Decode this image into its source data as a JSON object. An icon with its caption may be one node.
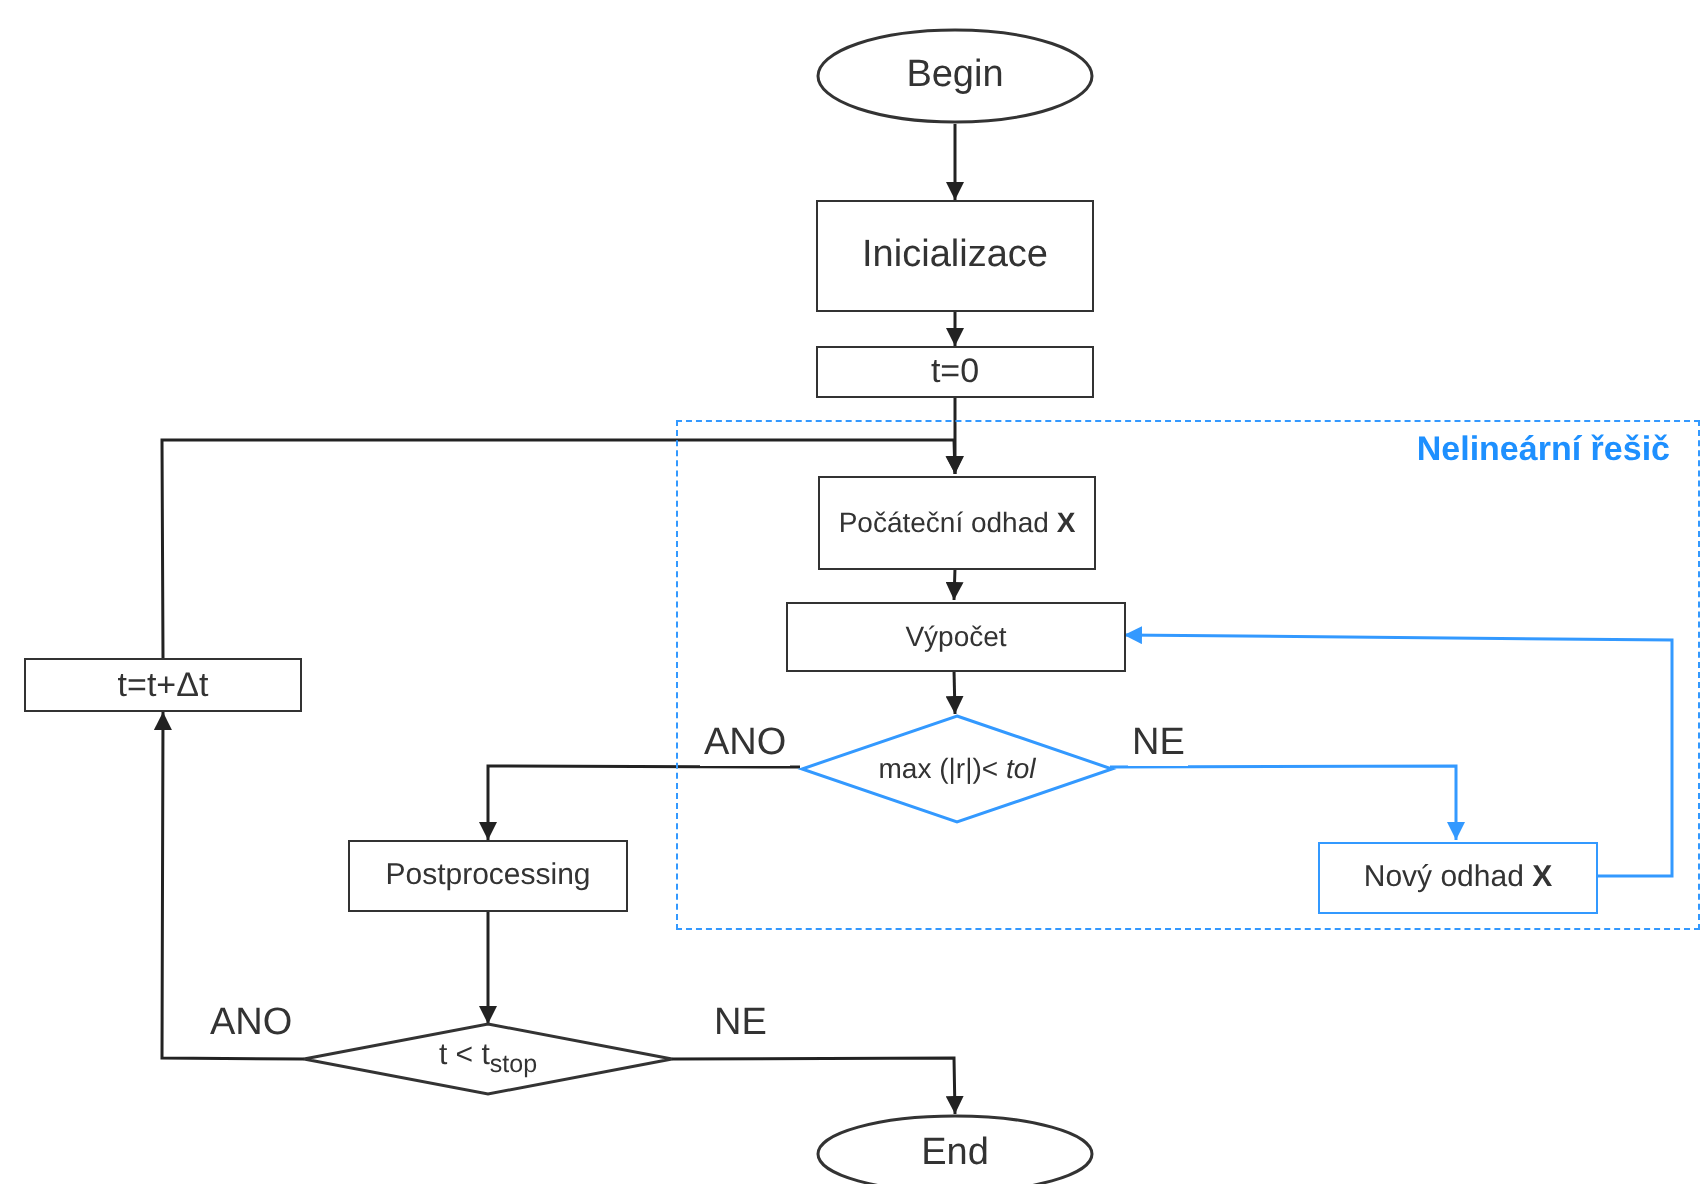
{
  "diagram": {
    "nodes": [
      {
        "text": [
          "Begin"
        ]
      },
      {
        "text": [
          "Inicializace"
        ]
      },
      {
        "text": [
          "t=0"
        ]
      },
      {
        "text": [
          "Nelineární řešič"
        ]
      },
      {
        "text": [
          "Počáteční odhad **X**"
        ],
        "in": 3
      },
      {
        "text": [
          "Výpočet"
        ],
        "in": 3
      },
      {
        "text": [
          "max (|r|)< *tol*"
        ],
        "in": 3
      },
      {
        "text": [
          "Nový odhad **X**"
        ],
        "in": 3
      },
      {
        "text": [
          "Postprocessing"
        ]
      },
      {
        "text": [
          "t < t$_{stop}$"
        ]
      },
      {
        "text": [
          "End"
        ]
      },
      {
        "text": [
          "t=t+Δt"
        ]
      }
    ],
    "edges": [
      {
        "from": 0,
        "to": 1,
        "arrow": "to"
      },
      {
        "from": 1,
        "to": 2,
        "arrow": "to"
      },
      {
        "from": 2,
        "to": 4,
        "arrow": "to"
      },
      {
        "from": 4,
        "to": 5,
        "arrow": "to"
      },
      {
        "from": 5,
        "to": 6,
        "arrow": "to"
      },
      {
        "from": 6,
        "to": 8,
        "arrow": "to",
        "label": "ANO"
      },
      {
        "from": 6,
        "to": 7,
        "arrow": "to",
        "label": "NE",
        "color": "#3399ff"
      },
      {
        "from": 7,
        "to": 5,
        "arrow": "to",
        "color": "#3399ff"
      },
      {
        "from": 8,
        "to": 9,
        "arrow": "to"
      },
      {
        "from": 9,
        "to": 11,
        "arrow": "to",
        "label": "ANO"
      },
      {
        "from": 9,
        "to": 10,
        "arrow": "to",
        "label": "NE"
      },
      {
        "from": 11,
        "to": 4,
        "arrow": "to"
      }
    ]
  }
}
